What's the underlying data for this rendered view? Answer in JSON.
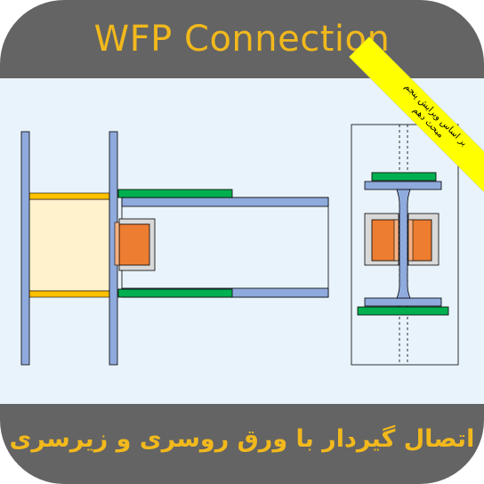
{
  "header": {
    "title": "WFP Connection"
  },
  "footer": {
    "subtitle": "اتصال گیردار با ورق روسری و زیرسری"
  },
  "ribbon": {
    "line1": "بر اساس ویرایش پنجم",
    "line2": "مبحث دهم"
  },
  "colors": {
    "band": "#646464",
    "title_text": "#f2b91c",
    "background": "#e9f3fb",
    "steel": "#8faadc",
    "steel_stroke": "#000000",
    "flange_plate": "#00b050",
    "continuity_plate": "#ffc000",
    "panel_zone": "#fff2cc",
    "web_plate": "#ed7d31",
    "ribbon": "#ffff00"
  }
}
